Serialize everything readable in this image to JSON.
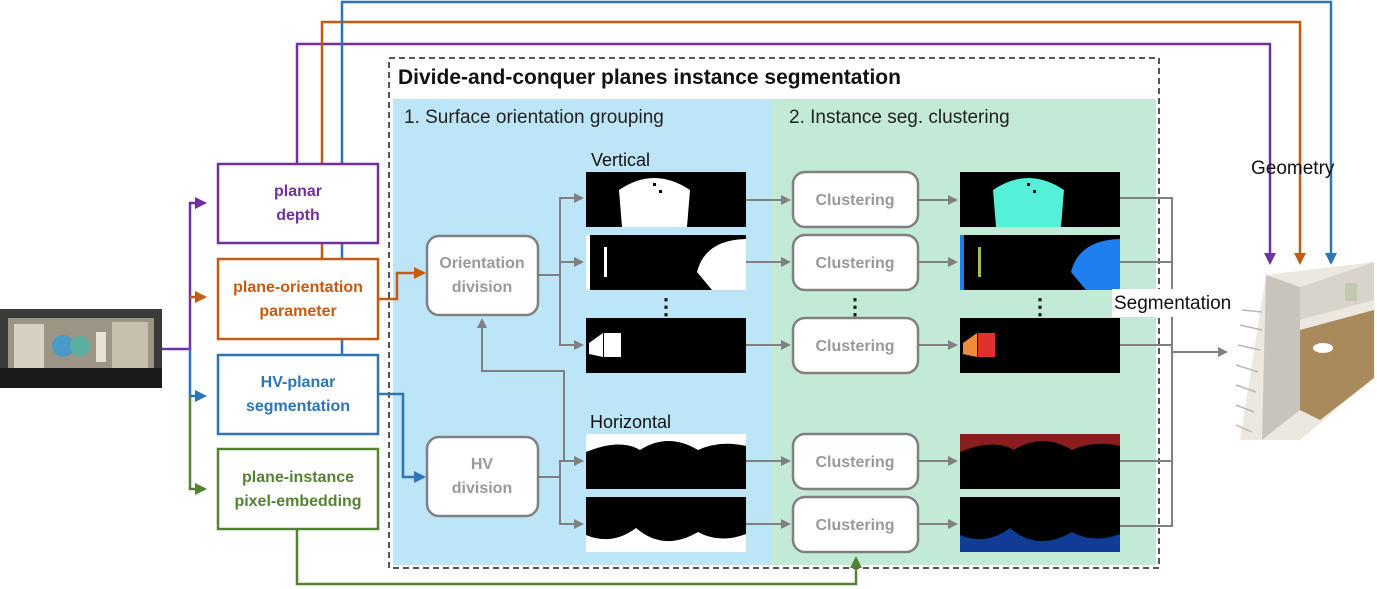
{
  "title": "Divide-and-conquer planes instance segmentation",
  "sections": {
    "grouping": "1. Surface orientation grouping",
    "clustering": "2. Instance seg. clustering"
  },
  "outputs": {
    "planar_depth": [
      "planar",
      "depth"
    ],
    "plane_orientation": [
      "plane-orientation",
      "parameter"
    ],
    "hv_planar_segmentation": [
      "HV-planar",
      "segmentation"
    ],
    "plane_instance_embedding": [
      "plane-instance",
      "pixel-embedding"
    ]
  },
  "modules": {
    "orientation_division": [
      "Orientation",
      "division"
    ],
    "hv_division": [
      "HV",
      "division"
    ],
    "clustering": "Clustering"
  },
  "group_labels": {
    "vertical": "Vertical",
    "horizontal": "Horizontal"
  },
  "result_labels": {
    "geometry": "Geometry",
    "segmentation": "Segmentation"
  },
  "colors": {
    "purple": "#7030a0",
    "orange": "#c55a11",
    "blue": "#2e75b6",
    "green": "#548235",
    "gray": "#808080",
    "light_blue_panel": "#bde5f8",
    "light_green_panel": "#c2ead6",
    "cyan_instance": "#55f0d8",
    "blue_instance": "#1e7ff0",
    "orange_instance": "#f08a3c",
    "red_instance": "#e03030",
    "dark_red_instance": "#8a1e1e",
    "navy_instance": "#103c96"
  }
}
